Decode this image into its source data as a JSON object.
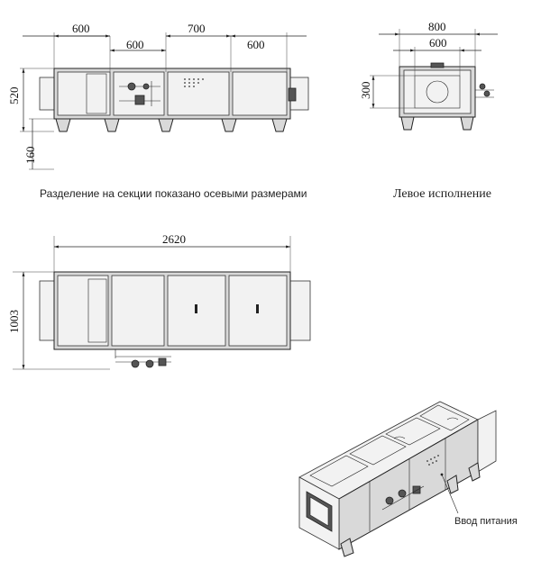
{
  "front_view": {
    "dims_top_row": [
      "600",
      "700",
      "600"
    ],
    "dim_second_row": "600",
    "dim_height": "520",
    "dim_leg": "160"
  },
  "side_view": {
    "dim_outer_width": "800",
    "dim_inner_width": "600",
    "dim_inner_height": "300"
  },
  "captions": {
    "section_note": "Разделение на секции показано осевыми размерами",
    "variant": "Левое исполнение"
  },
  "top_view": {
    "dim_length": "2620",
    "dim_depth": "1003"
  },
  "iso_view": {
    "power_inlet_label": "Ввод питания"
  },
  "colors": {
    "line": "#222222",
    "frame_fill": "#d9d9d9",
    "panel_fill": "#f2f2f2"
  }
}
